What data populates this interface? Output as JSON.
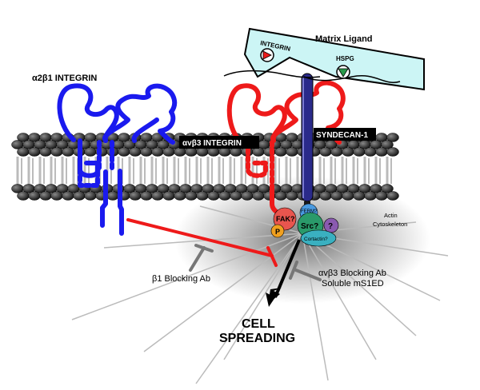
{
  "labels": {
    "matrix_ligand": "Matrix Ligand",
    "integrin_box": "INTEGRIN",
    "hspg": "HSPG",
    "a2b1_integrin": "α2β1 INTEGRIN",
    "avb3_integrin": "αvβ3 INTEGRIN",
    "syndecan": "SYNDECAN-1",
    "ferm": "FERM?",
    "fak": "FAK?",
    "p": "P",
    "src": "Src?",
    "cortactin": "Cortactin?",
    "question": "?",
    "actin_line1": "Actin",
    "actin_line2": "Cytoskeleton",
    "b1_block": "β1 Blocking Ab",
    "avb3_block_line1": "αvβ3 Blocking Ab",
    "avb3_block_line2": "Soluble mS1ED",
    "cell_line1": "CELL",
    "cell_line2": "SPREADING"
  },
  "colors": {
    "matrix_fill": "#ccf5f5",
    "a2b1": "#1a1aee",
    "avb3": "#ee1a1a",
    "syndecan": "#2a2a8a",
    "lipid_head": "#2a2a2a",
    "lipid_tail": "#bbbbbb",
    "fak": "#e8554e",
    "p": "#f0a020",
    "src": "#2a9a6a",
    "cortactin": "#3ab0c0",
    "question": "#8a5ab0",
    "ferm": "#4a9ae0",
    "inhibitor_red": "#ee1a1a",
    "inhibitor_gray": "#777777"
  }
}
